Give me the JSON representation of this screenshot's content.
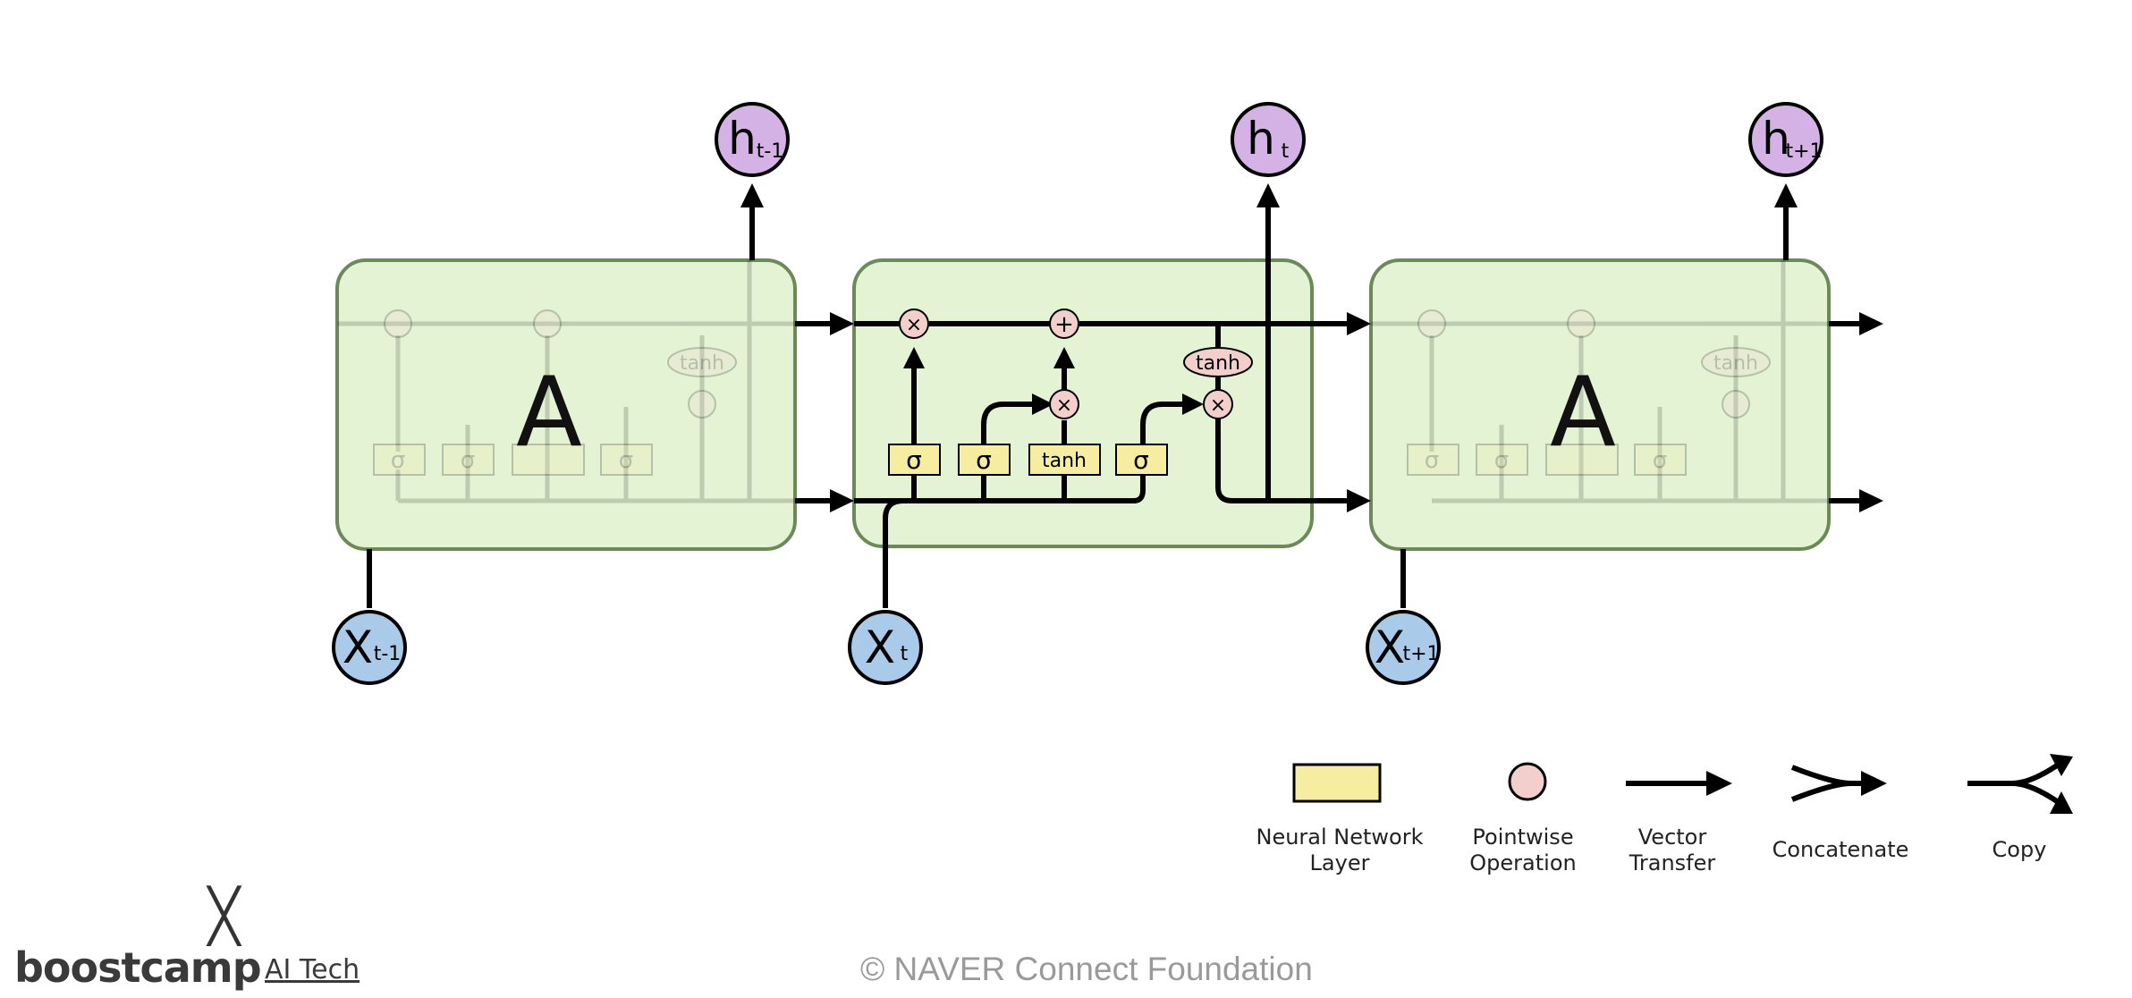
{
  "cells": [
    {
      "label": "A"
    },
    {
      "label": ""
    },
    {
      "label": "A"
    }
  ],
  "inputs": [
    {
      "main": "X",
      "sub": "t-1"
    },
    {
      "main": "X",
      "sub": "t"
    },
    {
      "main": "X",
      "sub": "t+1"
    }
  ],
  "outputs": [
    {
      "main": "h",
      "sub": "t-1"
    },
    {
      "main": "h",
      "sub": "t"
    },
    {
      "main": "h",
      "sub": "t+1"
    }
  ],
  "gates": {
    "sigma": "σ",
    "tanh": "tanh",
    "times": "×",
    "plus": "+"
  },
  "legend": [
    {
      "line1": "Neural Network",
      "line2": "Layer"
    },
    {
      "line1": "Pointwise",
      "line2": "Operation"
    },
    {
      "line1": "Vector",
      "line2": "Transfer"
    },
    {
      "line1": "Concatenate",
      "line2": ""
    },
    {
      "line1": "Copy",
      "line2": ""
    }
  ],
  "footer": {
    "logo": "boostcamp",
    "logo_suffix": "AI Tech",
    "logo_mark": "╳",
    "copyright": "©  NAVER Connect Foundation"
  },
  "colors": {
    "cell_fill": "#e3f3d4",
    "cell_stroke": "#6b8a58",
    "layer_fill": "#f7eda1",
    "pointwise_fill": "#f3cfcc",
    "input_fill": "#a9cbe9",
    "output_fill": "#d4b2e6"
  }
}
